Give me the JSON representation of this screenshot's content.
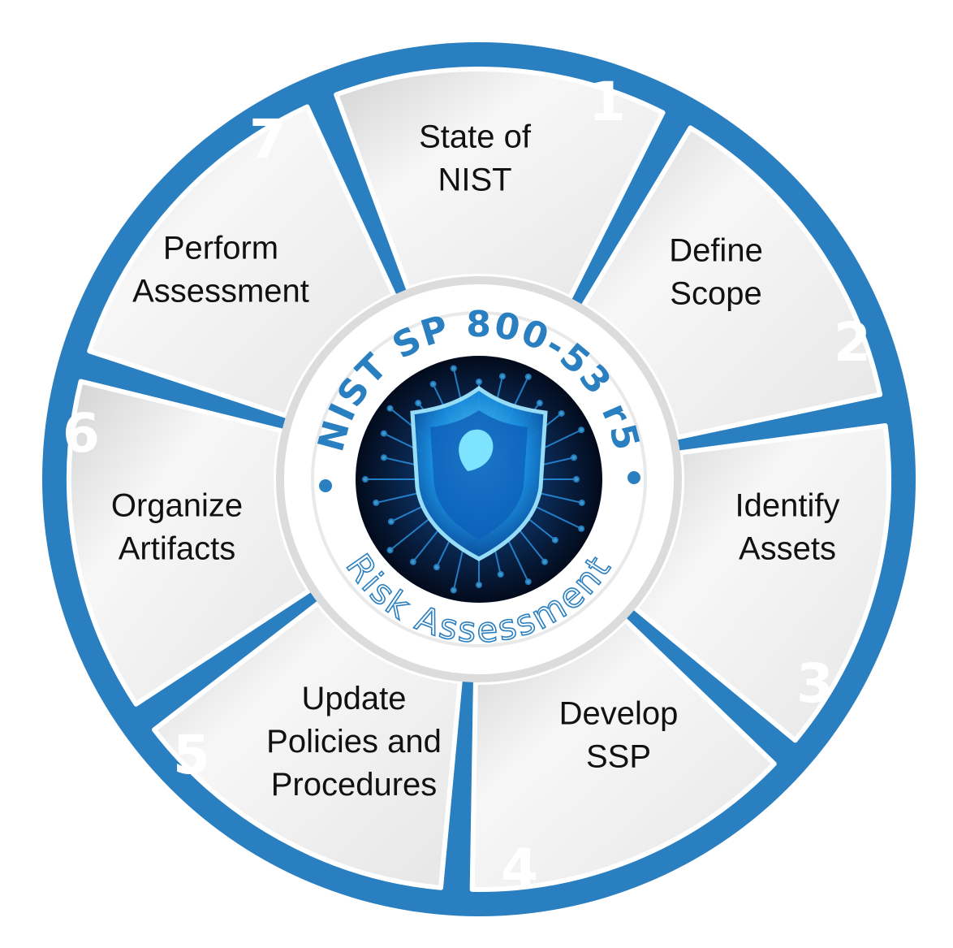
{
  "colors": {
    "ring_blue": "#2a7fc0",
    "ring_blue_dark": "#1f6aa8",
    "segment_light": "#f4f4f4",
    "segment_shade": "#c9c9c9",
    "center_ring": "#ffffff",
    "shield_glow": "#26a9ff",
    "text_dark": "#111111"
  },
  "center": {
    "title": "NIST SP 800-53 r5",
    "subtitle": "Risk Assessment",
    "icon": "cyber-shield-icon"
  },
  "steps": [
    {
      "number": "1",
      "lines": [
        "State of",
        "NIST"
      ]
    },
    {
      "number": "2",
      "lines": [
        "Define",
        "Scope"
      ]
    },
    {
      "number": "3",
      "lines": [
        "Identify",
        "Assets"
      ]
    },
    {
      "number": "4",
      "lines": [
        "Develop",
        "SSP"
      ]
    },
    {
      "number": "5",
      "lines": [
        "Update",
        "Policies and",
        "Procedures"
      ]
    },
    {
      "number": "6",
      "lines": [
        "Organize",
        "Artifacts"
      ]
    },
    {
      "number": "7",
      "lines": [
        "Perform",
        "Assessment"
      ]
    }
  ]
}
